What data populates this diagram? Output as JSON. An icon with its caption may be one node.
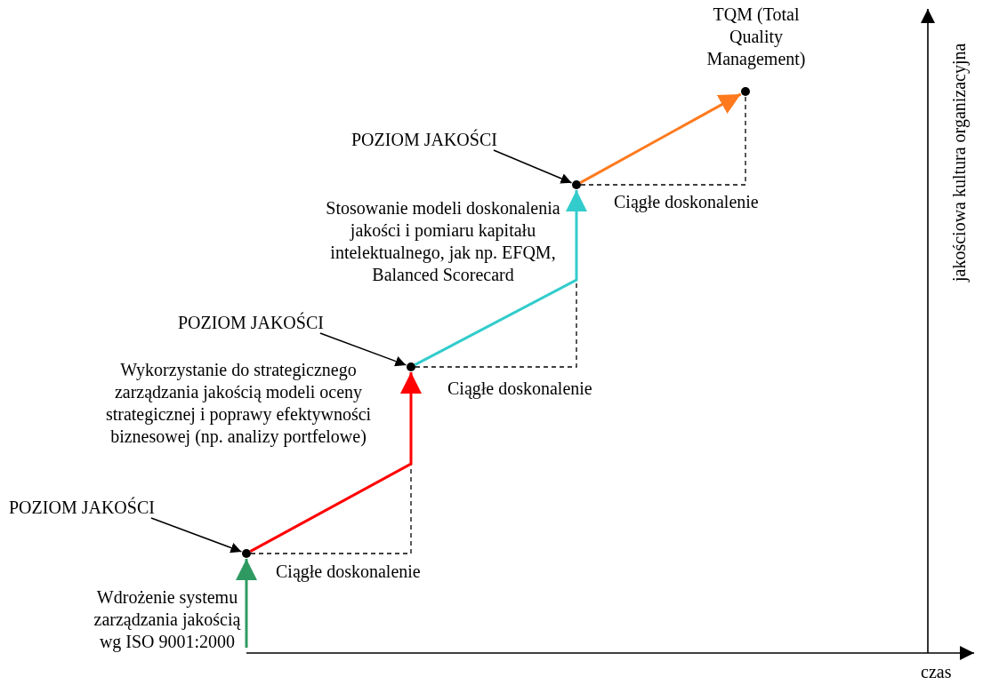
{
  "diagram": {
    "nodes": [
      {
        "text": [],
        "shape": "circle",
        "beside": [
          "Wdrożenie systemu zarządzania jakością wg ISO 9001:2000"
        ]
      },
      {
        "text": [],
        "shape": "circle",
        "beside": [
          "Wykorzystanie do strategicznego zarządzania jakością modeli oceny strategicznej i poprawy efektywności biznesowej (np. analizy portfelowe)"
        ]
      },
      {
        "text": [],
        "shape": "circle",
        "beside": [
          "Stosowanie modeli doskonalenia jakości i pomiaru kapitału intelektualnego, jak np. EFQM, Balanced Scorecard"
        ]
      },
      {
        "text": [],
        "shape": "circle",
        "beside": [
          "TQM (Total Quality Management)"
        ]
      },
      {
        "text": [
          "POZIOM JAKOŚCI"
        ]
      },
      {
        "text": [
          "POZIOM JAKOŚCI"
        ]
      },
      {
        "text": [
          "POZIOM JAKOŚCI"
        ]
      }
    ],
    "edges": [
      {
        "from": null,
        "to": 0,
        "arrow": "to",
        "color": "#2e9a62"
      },
      {
        "from": 0,
        "to": 1,
        "arrow": "to",
        "color": "#ff0000"
      },
      {
        "from": 1,
        "to": 2,
        "arrow": "to",
        "color": "#33cccc"
      },
      {
        "from": 2,
        "to": 3,
        "arrow": "to",
        "color": "#ff7a1e"
      },
      {
        "from": 4,
        "to": 0,
        "arrow": "to"
      },
      {
        "from": 5,
        "to": 1,
        "arrow": "to"
      },
      {
        "from": 6,
        "to": 2,
        "arrow": "to"
      }
    ],
    "labels": [
      "jakościowa kultura organizacyjna",
      "Ciągłe doskonalenie",
      "Ciągłe doskonalenie",
      "Ciągłe doskonalenie",
      "czas"
    ]
  }
}
